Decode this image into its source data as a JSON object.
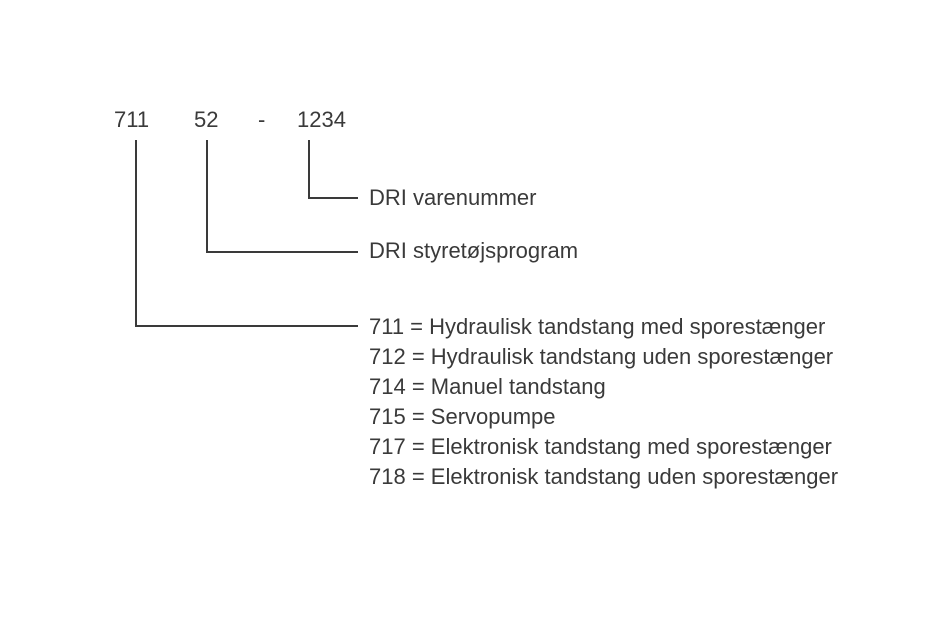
{
  "code": {
    "group": "711",
    "program": "52",
    "separator": "-",
    "item": "1234"
  },
  "labels": {
    "item_label": "DRI varenummer",
    "program_label": "DRI styretøjsprogram"
  },
  "group_legend": [
    "711 = Hydraulisk tandstang med sporestænger",
    "712 = Hydraulisk tandstang uden sporestænger",
    "714 = Manuel tandstang",
    "715 = Servopumpe",
    "717 = Elektronisk tandstang med sporestænger",
    "718 = Elektronisk tandstang uden sporestænger"
  ]
}
